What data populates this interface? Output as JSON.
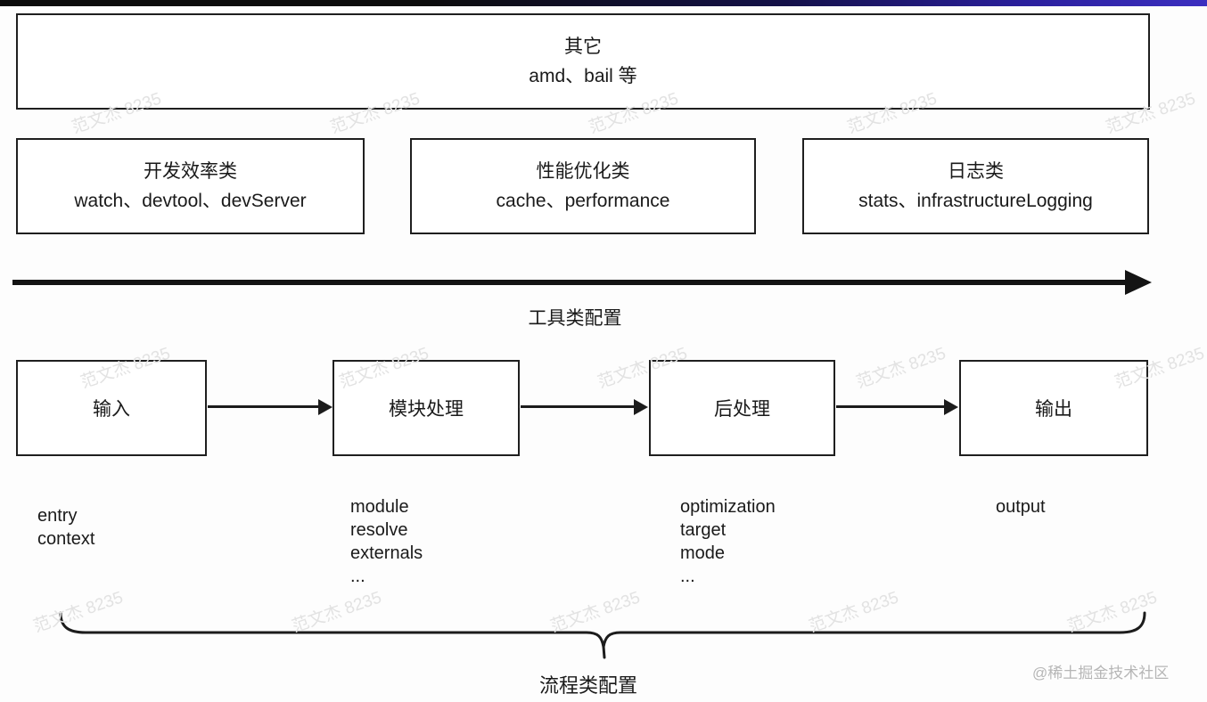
{
  "colors": {
    "top_bar_left": "#0b0b0b",
    "top_bar_right": "#3c2fc0",
    "border": "#1f1f1f",
    "text": "#1a1a1a",
    "watermark": "#e2e2e2",
    "credit": "#b6b6b6"
  },
  "other_box": {
    "title": "其它",
    "items": "amd、bail 等"
  },
  "tool_boxes": [
    {
      "title": "开发效率类",
      "items": "watch、devtool、devServer"
    },
    {
      "title": "性能优化类",
      "items": "cache、performance"
    },
    {
      "title": "日志类",
      "items": "stats、infrastructureLogging"
    }
  ],
  "tool_axis": {
    "label": "工具类配置"
  },
  "flow": {
    "steps": [
      {
        "label": "输入",
        "configs": [
          "entry",
          "context"
        ]
      },
      {
        "label": "模块处理",
        "configs": [
          "module",
          "resolve",
          "externals",
          "..."
        ]
      },
      {
        "label": "后处理",
        "configs": [
          "optimization",
          "target",
          "mode",
          "..."
        ]
      },
      {
        "label": "输出",
        "configs": [
          "output"
        ]
      }
    ],
    "brace_label": "流程类配置"
  },
  "watermark": {
    "text": "范文杰 8235"
  },
  "credit": {
    "text": "@稀土掘金技术社区"
  }
}
